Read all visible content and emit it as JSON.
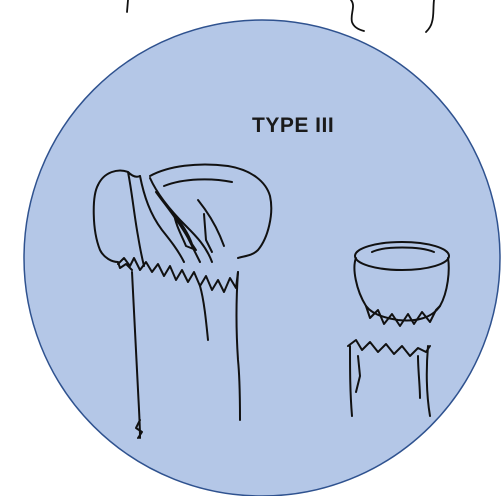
{
  "diagram": {
    "label": "TYPE III",
    "colors": {
      "circle_fill": "#b4c7e7",
      "circle_stroke": "#2f528f",
      "ink": "#111111",
      "background": "#ffffff"
    },
    "figures": [
      "bone-with-displaced-fracture-fragment",
      "separated-epiphysis-cap"
    ]
  }
}
